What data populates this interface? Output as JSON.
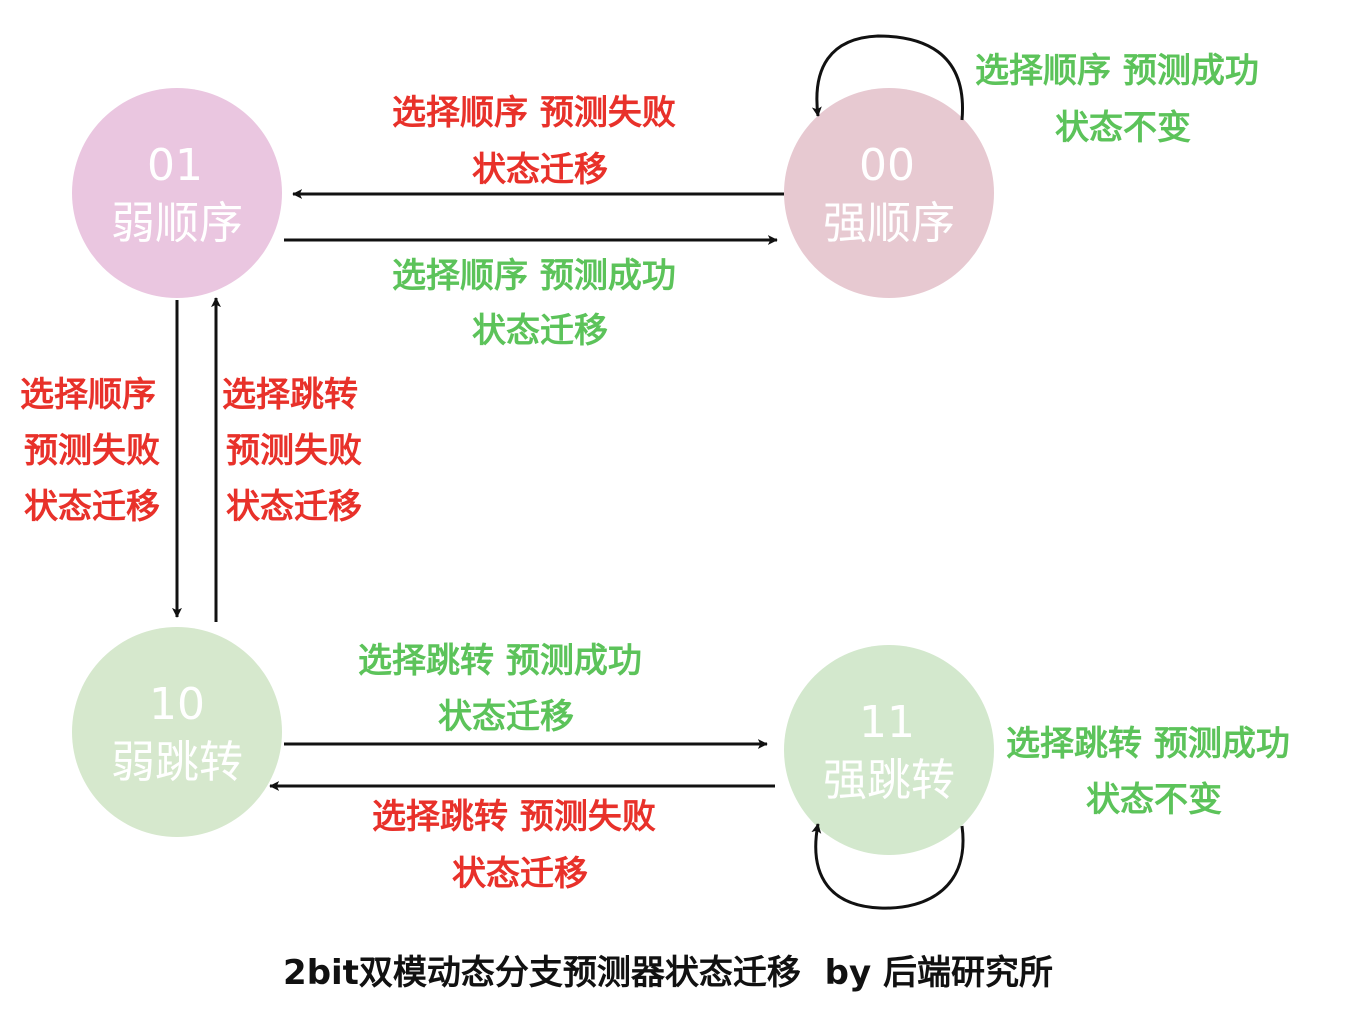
{
  "states": {
    "s01": {
      "code": "01",
      "name": "弱顺序",
      "fill": "#eac6e0"
    },
    "s00": {
      "code": "00",
      "name": "强顺序",
      "fill": "#e7c9d1"
    },
    "s10": {
      "code": "10",
      "name": "弱跳转",
      "fill": "#d6e8cd"
    },
    "s11": {
      "code": "11",
      "name": "强跳转",
      "fill": "#d3e8cd"
    }
  },
  "labels": {
    "e00_01": [
      "选择顺序 预测失败",
      "状态迁移"
    ],
    "e01_00": [
      "选择顺序 预测成功",
      "状态迁移"
    ],
    "loop00": [
      "选择顺序 预测成功",
      "状态不变"
    ],
    "e01_10": [
      "选择顺序",
      "预测失败",
      "状态迁移"
    ],
    "e10_01": [
      "选择跳转",
      "预测失败",
      "状态迁移"
    ],
    "e10_11": [
      "选择跳转 预测成功",
      "状态迁移"
    ],
    "e11_10": [
      "选择跳转 预测失败",
      "状态迁移"
    ],
    "loop11": [
      "选择跳转 预测成功",
      "状态不变"
    ]
  },
  "caption": "2bit双模动态分支预测器状态迁移  by 后端研究所",
  "colors": {
    "fail": "#e8312a",
    "success": "#5cc35a",
    "edge": "#111111"
  }
}
